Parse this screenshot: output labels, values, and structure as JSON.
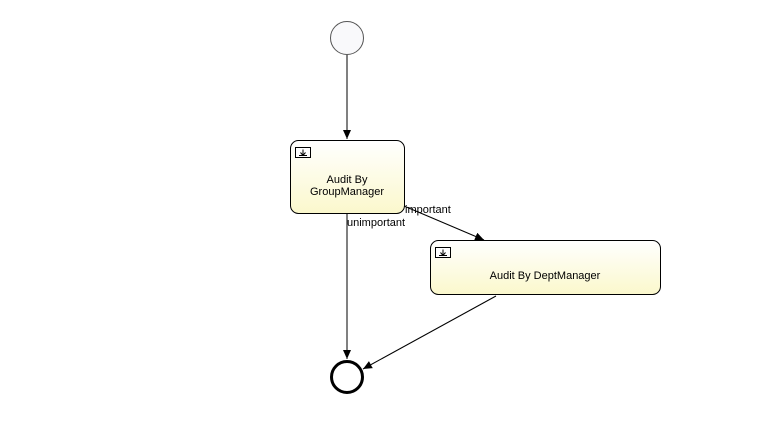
{
  "diagram": {
    "nodes": {
      "start_event": {
        "type": "start-event"
      },
      "task_group": {
        "type": "user-task",
        "label_lines": [
          "Audit By",
          "GroupManager"
        ],
        "icon": "user-task-icon"
      },
      "task_dept": {
        "type": "user-task",
        "label_lines": [
          "Audit By DeptManager"
        ],
        "icon": "user-task-icon"
      },
      "end_event": {
        "type": "end-event"
      }
    },
    "flows": {
      "start_to_group": {
        "label": ""
      },
      "group_to_dept": {
        "label": "important"
      },
      "group_to_end": {
        "label": "unimportant"
      },
      "dept_to_end": {
        "label": ""
      }
    }
  },
  "colors": {
    "task_fill_top": "#ffffff",
    "task_fill_bottom": "#fbf8cc",
    "stroke": "#000000",
    "start_fill": "#f9f9fb"
  }
}
